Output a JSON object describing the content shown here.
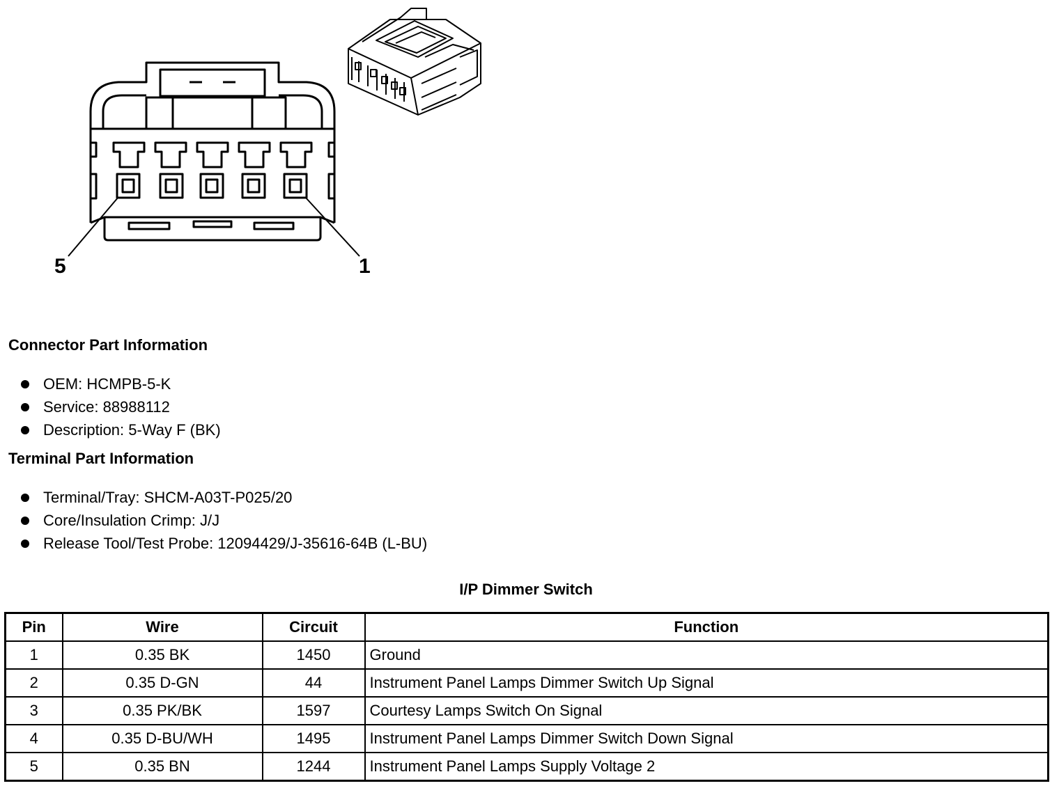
{
  "diagram": {
    "pin_label_left": "5",
    "pin_label_right": "1"
  },
  "connector_section": {
    "heading": "Connector Part Information",
    "items": [
      "OEM: HCMPB-5-K",
      "Service: 88988112",
      "Description: 5-Way F (BK)"
    ]
  },
  "terminal_section": {
    "heading": "Terminal Part Information",
    "items": [
      "Terminal/Tray: SHCM-A03T-P025/20",
      "Core/Insulation Crimp: J/J",
      "Release Tool/Test Probe: 12094429/J-35616-64B (L-BU)"
    ]
  },
  "table": {
    "title": "I/P Dimmer Switch",
    "headers": [
      "Pin",
      "Wire",
      "Circuit",
      "Function"
    ],
    "rows": [
      [
        "1",
        "0.35 BK",
        "1450",
        "Ground"
      ],
      [
        "2",
        "0.35 D-GN",
        "44",
        "Instrument Panel Lamps Dimmer Switch Up Signal"
      ],
      [
        "3",
        "0.35 PK/BK",
        "1597",
        "Courtesy Lamps Switch On Signal"
      ],
      [
        "4",
        "0.35 D-BU/WH",
        "1495",
        "Instrument Panel Lamps Dimmer Switch Down Signal"
      ],
      [
        "5",
        "0.35 BN",
        "1244",
        "Instrument Panel Lamps Supply Voltage 2"
      ]
    ]
  }
}
